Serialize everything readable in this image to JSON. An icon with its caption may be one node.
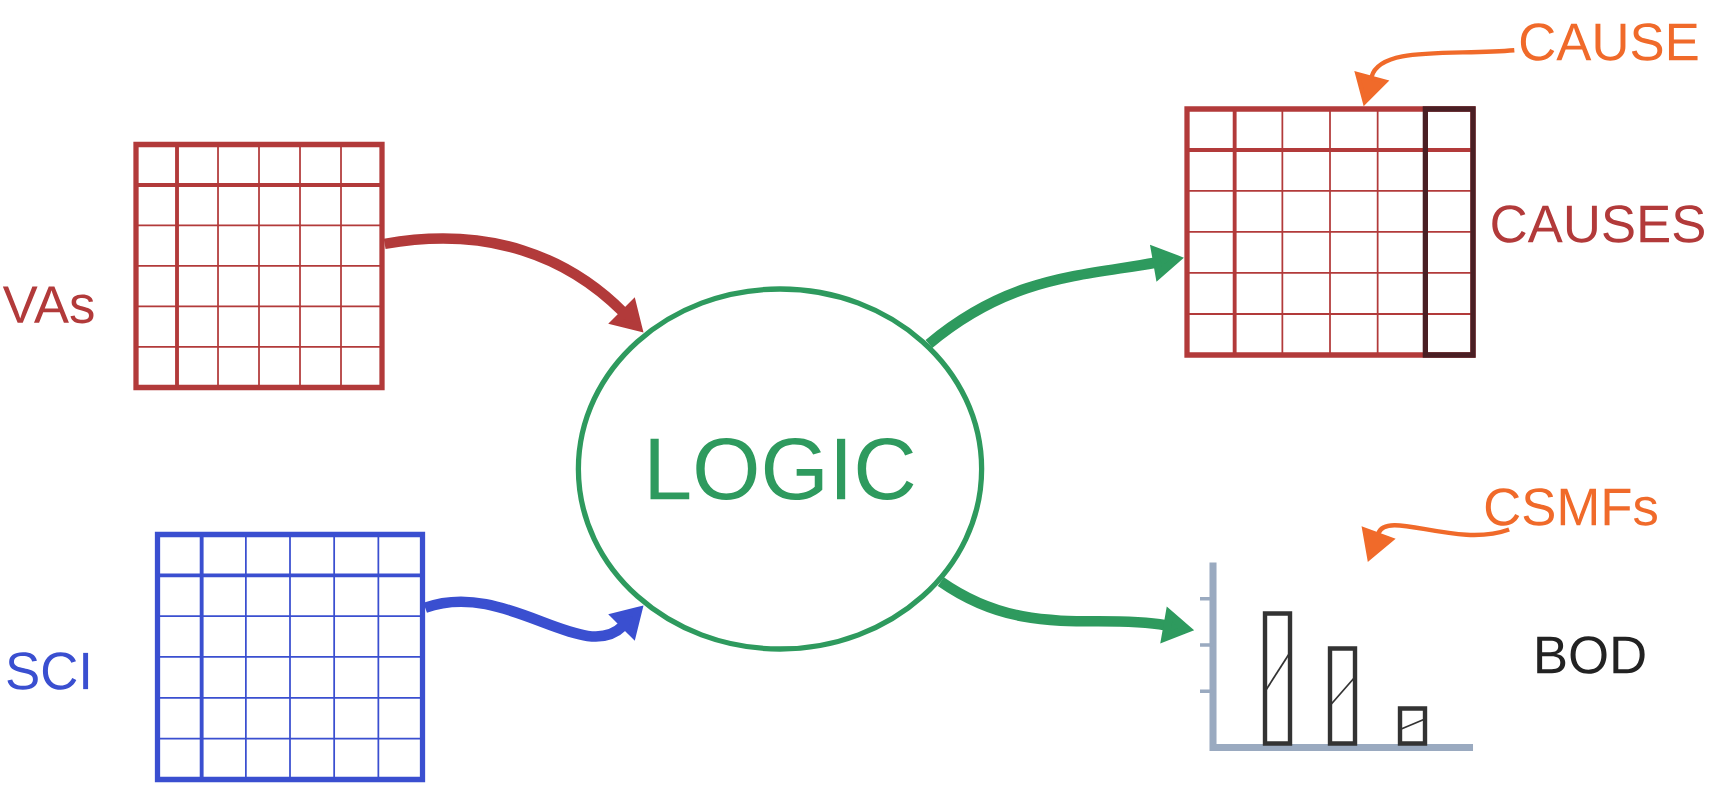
{
  "diagram": {
    "nodes": [
      {
        "text": [],
        "shape": "picture",
        "beside": [
          "VAs"
        ]
      },
      {
        "text": [],
        "shape": "picture",
        "beside": [
          "SCI"
        ]
      },
      {
        "text": [
          "LOGIC"
        ]
      },
      {
        "text": [],
        "shape": "picture",
        "beside": [
          "CAUSES"
        ]
      },
      {
        "text": [],
        "shape": "picture",
        "beside": [
          "BOD"
        ]
      },
      {
        "text": [
          "CAUSE"
        ]
      },
      {
        "text": [
          "CSMFs"
        ]
      }
    ],
    "edges": [
      {
        "from": 0,
        "to": 2,
        "arrow": "to",
        "color": "#b23a3a"
      },
      {
        "from": 1,
        "to": 2,
        "arrow": "to",
        "color": "#3a4fd0"
      },
      {
        "from": 2,
        "to": 3,
        "arrow": "to",
        "color": "#2e9a5e"
      },
      {
        "from": 2,
        "to": 4,
        "arrow": "to",
        "color": "#2e9a5e"
      },
      {
        "from": 5,
        "to": 3,
        "arrow": "to",
        "color": "#f06a2a"
      },
      {
        "from": 6,
        "to": 4,
        "arrow": "to",
        "color": "#f06a2a"
      }
    ]
  }
}
